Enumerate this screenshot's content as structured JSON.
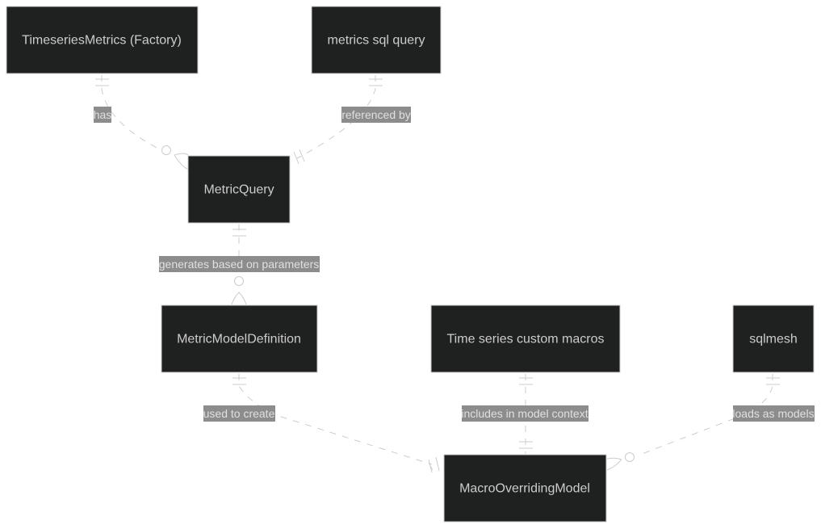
{
  "entities": [
    {
      "id": "timeseries_metrics",
      "label": "TimeseriesMetrics (Factory)"
    },
    {
      "id": "metrics_sql_query",
      "label": "metrics sql query"
    },
    {
      "id": "metric_query",
      "label": "MetricQuery"
    },
    {
      "id": "metric_model_definition",
      "label": "MetricModelDefinition"
    },
    {
      "id": "time_series_custom_macros",
      "label": "Time series custom macros"
    },
    {
      "id": "sqlmesh",
      "label": "sqlmesh"
    },
    {
      "id": "macro_overriding_model",
      "label": "MacroOverridingModel"
    }
  ],
  "relationships": [
    {
      "from": "timeseries_metrics",
      "to": "metric_query",
      "label": "has",
      "from_card": "exactly-one",
      "to_card": "zero-or-more"
    },
    {
      "from": "metrics_sql_query",
      "to": "metric_query",
      "label": "referenced by",
      "from_card": "exactly-one",
      "to_card": "exactly-one"
    },
    {
      "from": "metric_query",
      "to": "metric_model_definition",
      "label": "generates based on parameters",
      "from_card": "exactly-one",
      "to_card": "zero-or-more"
    },
    {
      "from": "metric_model_definition",
      "to": "macro_overriding_model",
      "label": "used to create",
      "from_card": "exactly-one",
      "to_card": "exactly-one"
    },
    {
      "from": "time_series_custom_macros",
      "to": "macro_overriding_model",
      "label": "includes in model context",
      "from_card": "exactly-one",
      "to_card": "exactly-one"
    },
    {
      "from": "sqlmesh",
      "to": "macro_overriding_model",
      "label": "loads as models",
      "from_card": "exactly-one",
      "to_card": "zero-or-more"
    }
  ],
  "colors": {
    "entity_fill": "#1f2020",
    "entity_border": "#cccccc",
    "entity_text": "#cccccc",
    "line": "#cccccc",
    "label_bg": "#8c8c8c",
    "label_text": "#e0e0e0"
  }
}
